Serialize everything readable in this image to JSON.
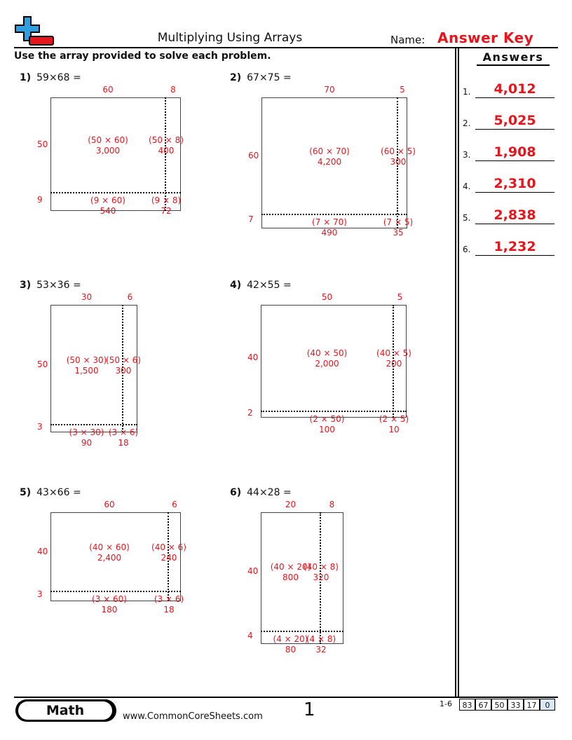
{
  "header": {
    "title": "Multiplying Using Arrays",
    "name_label": "Name:",
    "answer_key": "Answer Key",
    "instructions": "Use the array provided to solve each problem.",
    "answers_title": "Answers"
  },
  "answers": [
    {
      "num": "1.",
      "value": "4,012"
    },
    {
      "num": "2.",
      "value": "5,025"
    },
    {
      "num": "3.",
      "value": "1,908"
    },
    {
      "num": "4.",
      "value": "2,310"
    },
    {
      "num": "5.",
      "value": "2,838"
    },
    {
      "num": "6.",
      "value": "1,232"
    }
  ],
  "problems": [
    {
      "num": "1)",
      "expr": "59×68 =",
      "top1": "60",
      "top2": "8",
      "side1": "50",
      "side2": "9",
      "c11a": "(50 × 60)",
      "c11b": "3,000",
      "c12a": "(50 × 8)",
      "c12b": "400",
      "c21a": "(9 × 60)",
      "c21b": "540",
      "c22a": "(9 × 8)",
      "c22b": "72"
    },
    {
      "num": "2)",
      "expr": "67×75 =",
      "top1": "70",
      "top2": "5",
      "side1": "60",
      "side2": "7",
      "c11a": "(60 × 70)",
      "c11b": "4,200",
      "c12a": "(60 × 5)",
      "c12b": "300",
      "c21a": "(7 × 70)",
      "c21b": "490",
      "c22a": "(7 × 5)",
      "c22b": "35"
    },
    {
      "num": "3)",
      "expr": "53×36 =",
      "top1": "30",
      "top2": "6",
      "side1": "50",
      "side2": "3",
      "c11a": "(50 × 30)",
      "c11b": "1,500",
      "c12a": "(50 × 6)",
      "c12b": "300",
      "c21a": "(3 × 30)",
      "c21b": "90",
      "c22a": "(3 × 6)",
      "c22b": "18"
    },
    {
      "num": "4)",
      "expr": "42×55 =",
      "top1": "50",
      "top2": "5",
      "side1": "40",
      "side2": "2",
      "c11a": "(40 × 50)",
      "c11b": "2,000",
      "c12a": "(40 × 5)",
      "c12b": "200",
      "c21a": "(2 × 50)",
      "c21b": "100",
      "c22a": "(2 × 5)",
      "c22b": "10"
    },
    {
      "num": "5)",
      "expr": "43×66 =",
      "top1": "60",
      "top2": "6",
      "side1": "40",
      "side2": "3",
      "c11a": "(40 × 60)",
      "c11b": "2,400",
      "c12a": "(40 × 6)",
      "c12b": "240",
      "c21a": "(3 × 60)",
      "c21b": "180",
      "c22a": "(3 × 6)",
      "c22b": "18"
    },
    {
      "num": "6)",
      "expr": "44×28 =",
      "top1": "20",
      "top2": "8",
      "side1": "40",
      "side2": "4",
      "c11a": "(40 × 20)",
      "c11b": "800",
      "c12a": "(40 × 8)",
      "c12b": "320",
      "c21a": "(4 × 20)",
      "c21b": "80",
      "c22a": "(4 × 8)",
      "c22b": "32"
    }
  ],
  "footer": {
    "subject": "Math",
    "site": "www.CommonCoreSheets.com",
    "page": "1",
    "range": "1-6",
    "scores": [
      "83",
      "67",
      "50",
      "33",
      "17",
      "0"
    ]
  },
  "colors": {
    "answer": "#e8141c",
    "logo_blue": "#2f9fe0",
    "logo_red": "#e8141c"
  }
}
